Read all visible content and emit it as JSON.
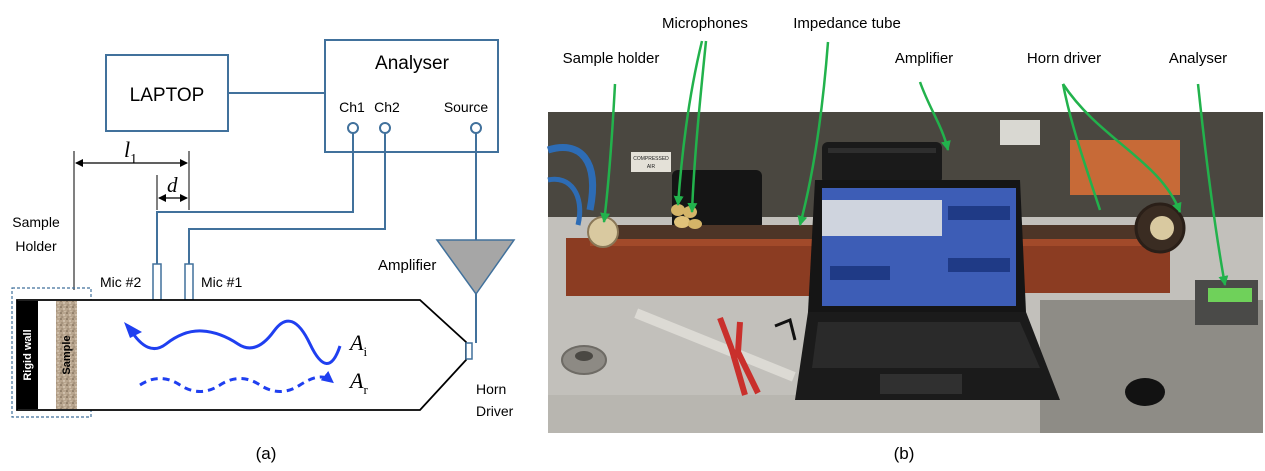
{
  "panel_a": {
    "caption": "(a)",
    "laptop": "LAPTOP",
    "analyser": "Analyser",
    "ch1": "Ch1",
    "ch2": "Ch2",
    "source": "Source",
    "l1_sym": "l",
    "l1_sub": "1",
    "d_sym": "d",
    "sample_holder_line1": "Sample",
    "sample_holder_line2": "Holder",
    "mic2": "Mic #2",
    "mic1": "Mic #1",
    "amplifier": "Amplifier",
    "rigid_wall": "Rigid wall",
    "sample": "Sample",
    "ai_sym": "A",
    "ai_sub": "i",
    "ar_sym": "A",
    "ar_sub": "r",
    "horn_line1": "Horn",
    "horn_line2": "Driver",
    "colors": {
      "box": "#41719c",
      "wave": "#1f3ff0",
      "amp": "#a6a6a6",
      "rigid": "#000000"
    }
  },
  "panel_b": {
    "caption": "(b)",
    "labels": {
      "sample_holder": "Sample holder",
      "microphones": "Microphones",
      "impedance_tube": "Impedance tube",
      "amplifier": "Amplifier",
      "horn_driver": "Horn driver",
      "analyser": "Analyser"
    },
    "photo_texts": {
      "compressed_air_1": "COMPRESSED",
      "compressed_air_2": "AIR"
    },
    "arrow_color": "#22b24c"
  }
}
